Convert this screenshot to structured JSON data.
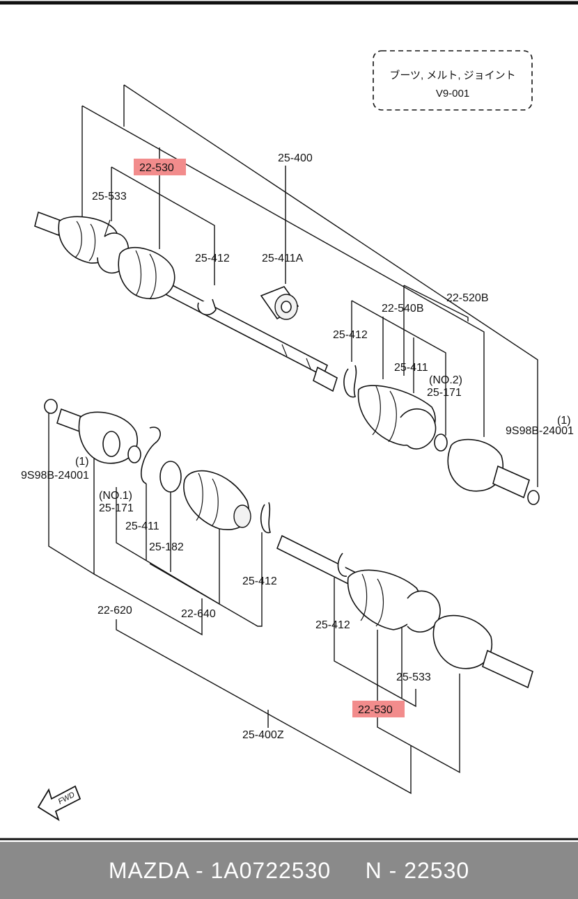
{
  "note": {
    "line1": "ブーツ, メルト, ジョイント",
    "line2": "V9-001"
  },
  "labels": {
    "l_25_400": "25-400",
    "l_22_530_top": "22-530",
    "l_25_533_top": "25-533",
    "l_25_412_a": "25-412",
    "l_25_411A": "25-411A",
    "l_22_520B": "22-520B",
    "l_22_540B": "22-540B",
    "l_25_412_b": "25-412",
    "l_25_411_r": "25-411",
    "l_no2": "(NO.2)",
    "l_25_171_r": "25-171",
    "l_one_r": "(1)",
    "l_9s98b_r": "9S98B-24001",
    "l_one_l": "(1)",
    "l_9s98b_l": "9S98B-24001",
    "l_no1": "(NO.1)",
    "l_25_171_l": "25-171",
    "l_25_411_l": "25-411",
    "l_25_182": "25-182",
    "l_25_412_c": "25-412",
    "l_22_620": "22-620",
    "l_22_640": "22-640",
    "l_25_412_d": "25-412",
    "l_25_533_bot": "25-533",
    "l_22_530_bot": "22-530",
    "l_25_400Z": "25-400Z",
    "fwd": "FWD"
  },
  "highlight_color": "#f28c8c",
  "footer": {
    "brand": "MAZDA - 1A0722530",
    "code": "N - 22530"
  }
}
